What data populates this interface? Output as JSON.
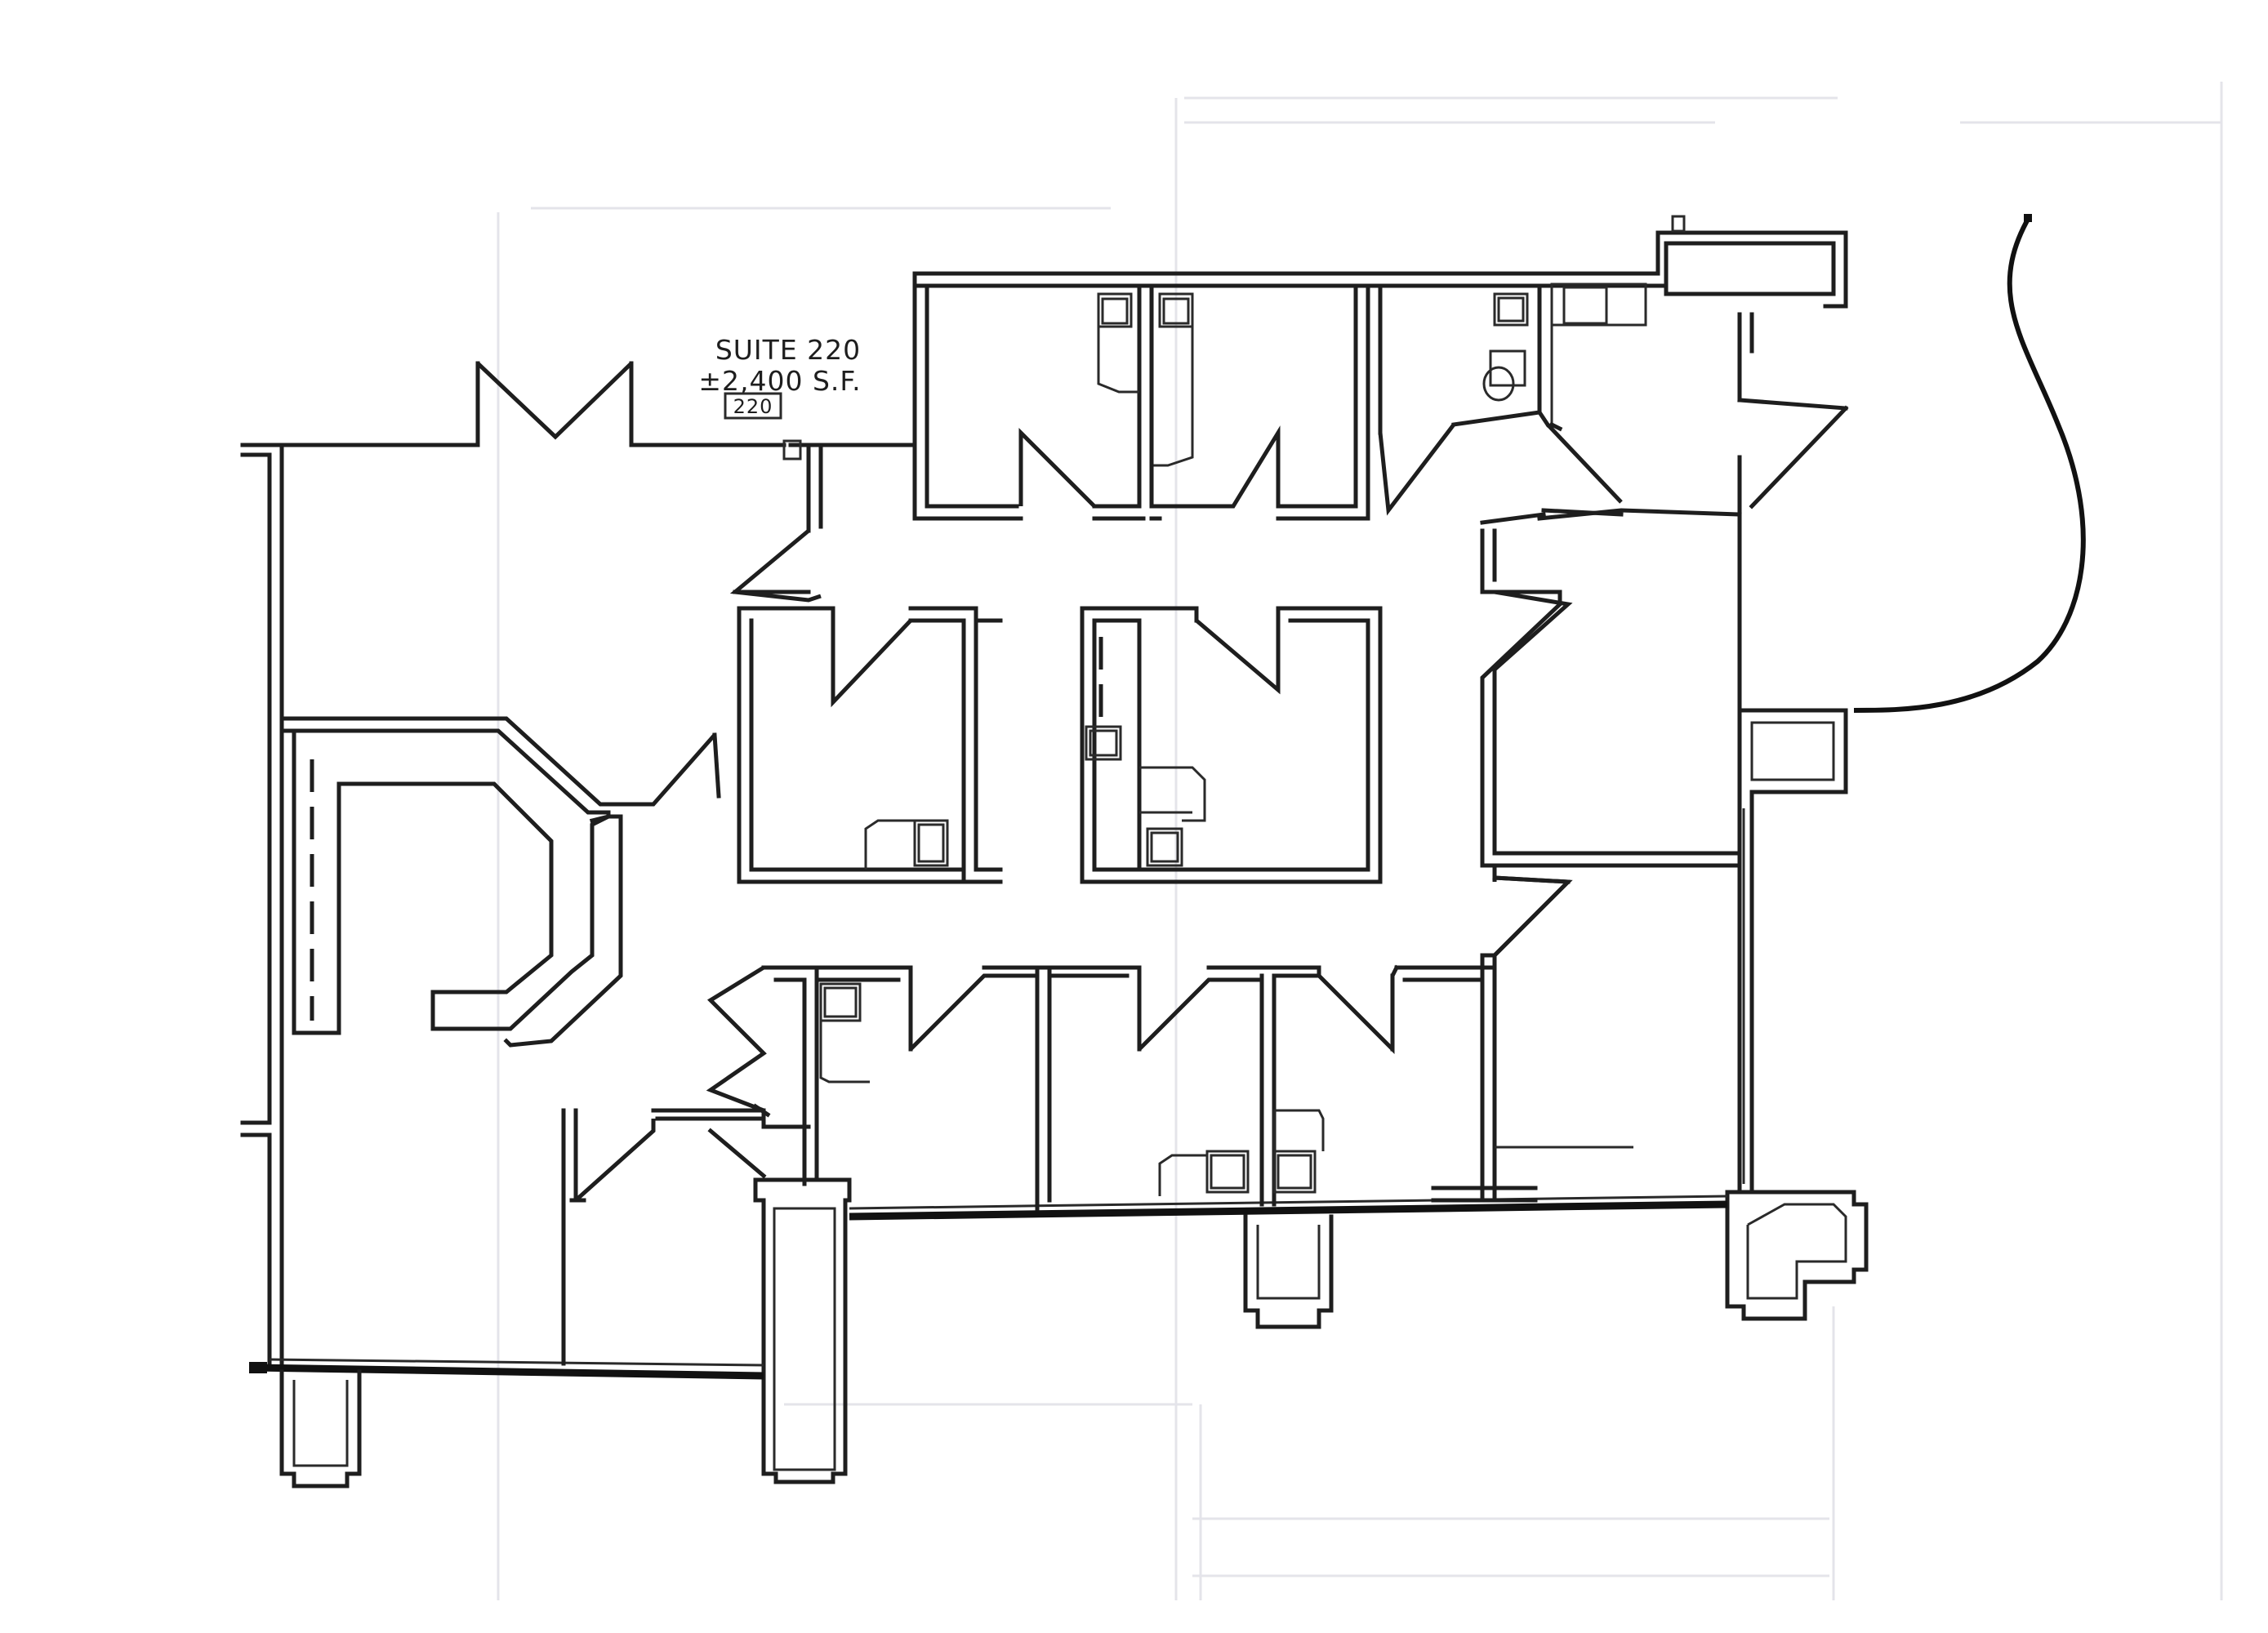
{
  "suite": {
    "name": "SUITE 220",
    "area": "±2,400 S.F.",
    "tag": "220"
  },
  "colors": {
    "line": "#1e1e1e",
    "background": "#ffffff",
    "ghost": "#e4e4ea"
  }
}
